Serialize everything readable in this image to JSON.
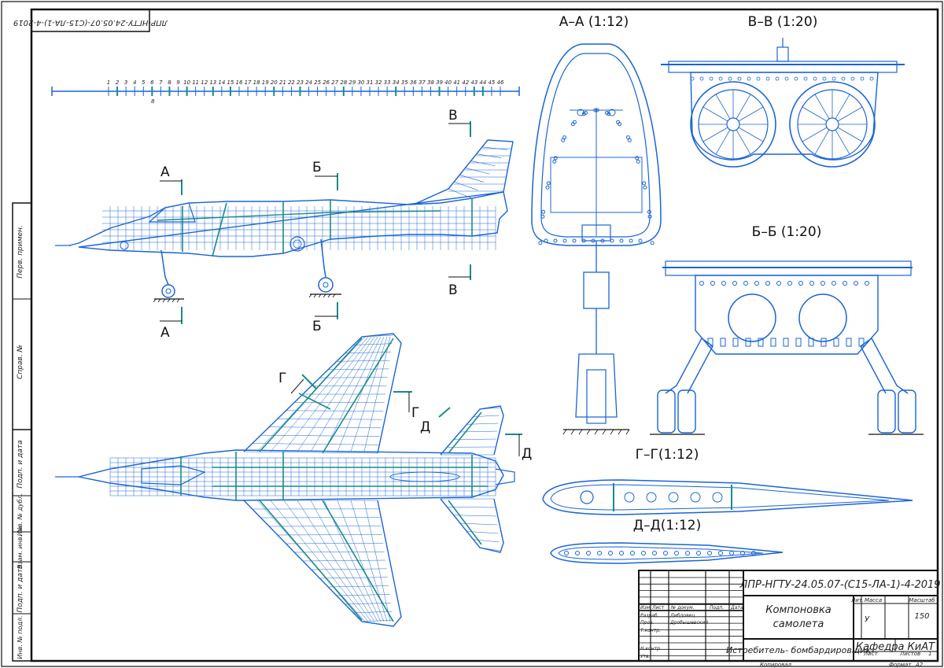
{
  "sheet": {
    "top_stamp": "ЛПР-НГТУ-24.05.07-(С15-ЛА-1)-4-2019",
    "ruler_ticks": [
      "1",
      "2",
      "3",
      "4",
      "5",
      "6",
      "7",
      "8",
      "9",
      "10",
      "11",
      "12",
      "13",
      "14",
      "15",
      "16",
      "17",
      "18",
      "19",
      "20",
      "21",
      "22",
      "23",
      "24",
      "25",
      "26",
      "27",
      "28",
      "29",
      "30",
      "31",
      "32",
      "33",
      "34",
      "35",
      "36",
      "37",
      "38",
      "39",
      "40",
      "41",
      "42",
      "43",
      "44",
      "45",
      "46"
    ],
    "ruler_sublabel": "8"
  },
  "side_view": {
    "cut_a_top": "А",
    "cut_a_bottom": "А",
    "cut_b_top": "Б",
    "cut_b_bottom": "Б",
    "cut_v_top": "В",
    "cut_v_bottom": "В"
  },
  "plan_view": {
    "cut_g": "Г",
    "cut_g2": "Г",
    "cut_d": "Д",
    "cut_d2": "Д"
  },
  "sections": {
    "aa": "А–А (1:12)",
    "vv": "В–В (1:20)",
    "bb": "Б–Б (1:20)",
    "gg": "Г–Г(1:12)",
    "dd": "Д–Д(1:12)"
  },
  "side_strip": {
    "perv_primen": "Перв. примен.",
    "sprav": "Справ. №",
    "podp_data_1": "Подп. и дата",
    "inv_dubl": "Инв. № дубл.",
    "vzam_inv": "Взам. инв. №",
    "podp_data_2": "Подп. и дата",
    "inv_podl": "Инв. № подл."
  },
  "title_block": {
    "designation": "ЛПР-НГТУ-24.05.07-(С15-ЛА-1)-4-2019",
    "name_line1": "Компоновка",
    "name_line2": "самолета",
    "subtitle": "Истребитель- бомбардировщик",
    "org": "Кафедра КиАТ",
    "col_izm": "Изм.",
    "col_list": "Лист",
    "col_ndok": "№ докум.",
    "col_podp": "Подп.",
    "col_data": "Дата",
    "razrab": "Разраб.",
    "razrab_name": "Дибдовец",
    "prov": "Пров.",
    "prov_name": "Дробышевский",
    "tkontr": "Т.контр.",
    "nkontr": "Н.контр.",
    "utv": "Утв.",
    "lit": "Лит.",
    "massa": "Масса",
    "masshtab": "Масштаб",
    "lit_val": "У",
    "scale_val": "150",
    "list_lbl": "Лист",
    "listov_lbl": "Листов",
    "listov_val": "1",
    "kopiroval": "Копировал",
    "format": "Формат",
    "format_val": "А2"
  },
  "colors": {
    "blue": "#1a64d6",
    "teal": "#1a8a8a",
    "ink": "#111111"
  }
}
